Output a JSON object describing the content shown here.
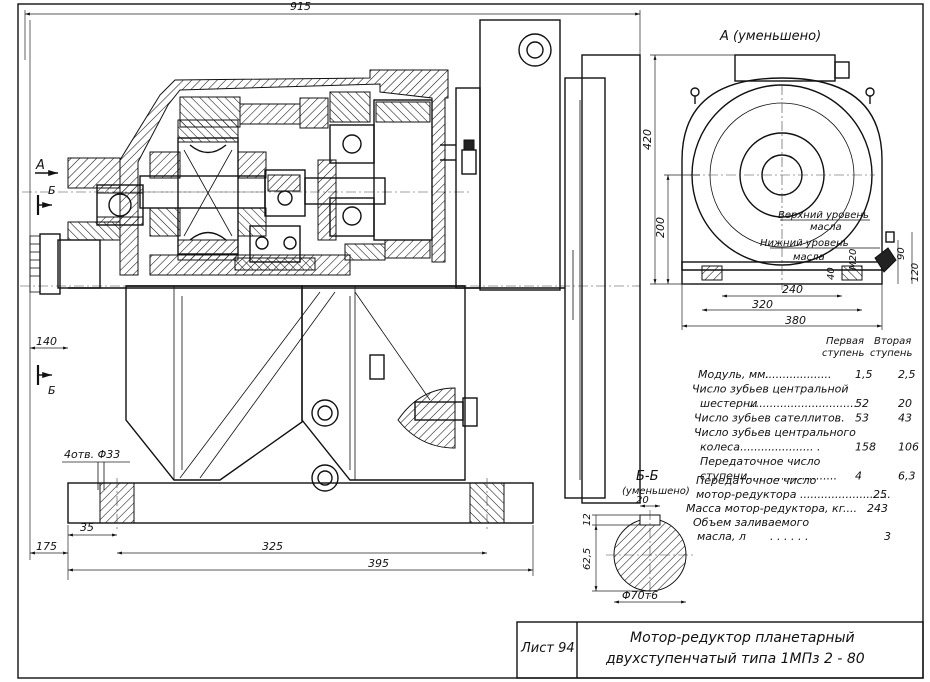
{
  "dimensions": {
    "overall_length": "915",
    "base_length": "395",
    "bolt_spacing": "325",
    "left_offset": "175",
    "bolt_to_edge": "35",
    "flange_width": "140",
    "total_height": "420",
    "shaft_height": "200",
    "foot_width_240": "240",
    "foot_width_320": "320",
    "foot_width_380": "380",
    "dim_40": "40",
    "dim_m20": "M20",
    "dim_90": "90",
    "dim_120": "120",
    "keyway_width": "20",
    "keyway_depth": "12",
    "shaft_depth": "62,5",
    "shaft_diameter": "Φ70т6",
    "holes": "4отв. Φ33"
  },
  "section_labels": {
    "view_a": "A (уменьшено)",
    "section_bb": "Б-Б",
    "section_bb_note": "(уменьшено)",
    "arrow_a": "A",
    "arrow_b_top": "Б",
    "arrow_b_bottom": "Б"
  },
  "oil_levels": {
    "upper_1": "Верхний уровень",
    "upper_2": "масла",
    "lower_1": "Нижний уровень",
    "lower_2": "масла"
  },
  "spec_table": {
    "header_1a": "Первая",
    "header_1b": "ступень",
    "header_2a": "Вторая",
    "header_2b": "ступень",
    "rows": [
      {
        "label": "Модуль, мм.",
        "dots": "...................",
        "v1": "1,5",
        "v2": "2,5"
      },
      {
        "label": "Число зубьев центральной",
        "dots": "",
        "v1": "",
        "v2": ""
      },
      {
        "label": "шестерни",
        "dots": "...............................",
        "v1": "52",
        "v2": "20"
      },
      {
        "label": "Число зубьев сателлитов",
        "dots": "...",
        "v1": "53",
        "v2": "43"
      },
      {
        "label": "Число зубьев центрального",
        "dots": "",
        "v1": "",
        "v2": ""
      },
      {
        "label": "колеса",
        "dots": "...................... .",
        "v1": "158",
        "v2": "106"
      },
      {
        "label": "Передаточное число",
        "dots": "",
        "v1": "",
        "v2": ""
      },
      {
        "label": "ступени",
        "dots": "...........................",
        "v1": "4",
        "v2": "6,3"
      }
    ],
    "ratio_label_1": "Передаточное число",
    "ratio_label_2": "мотор-редуктора",
    "ratio_dots": "..........................",
    "ratio_value": "25",
    "mass_label": "Масса мотор-редуктора, кг",
    "mass_dots": "....",
    "mass_value": "243",
    "oil_label_1": "Объем заливаемого",
    "oil_label_2": "масла, л",
    "oil_dots": ".   .   .   .   .   .",
    "oil_value": "3"
  },
  "title_block": {
    "sheet": "Лист 94",
    "title_line_1": "Мотор-редуктор   планетарный",
    "title_line_2": "двухступенчатый   типа   1МПз 2 - 80"
  }
}
